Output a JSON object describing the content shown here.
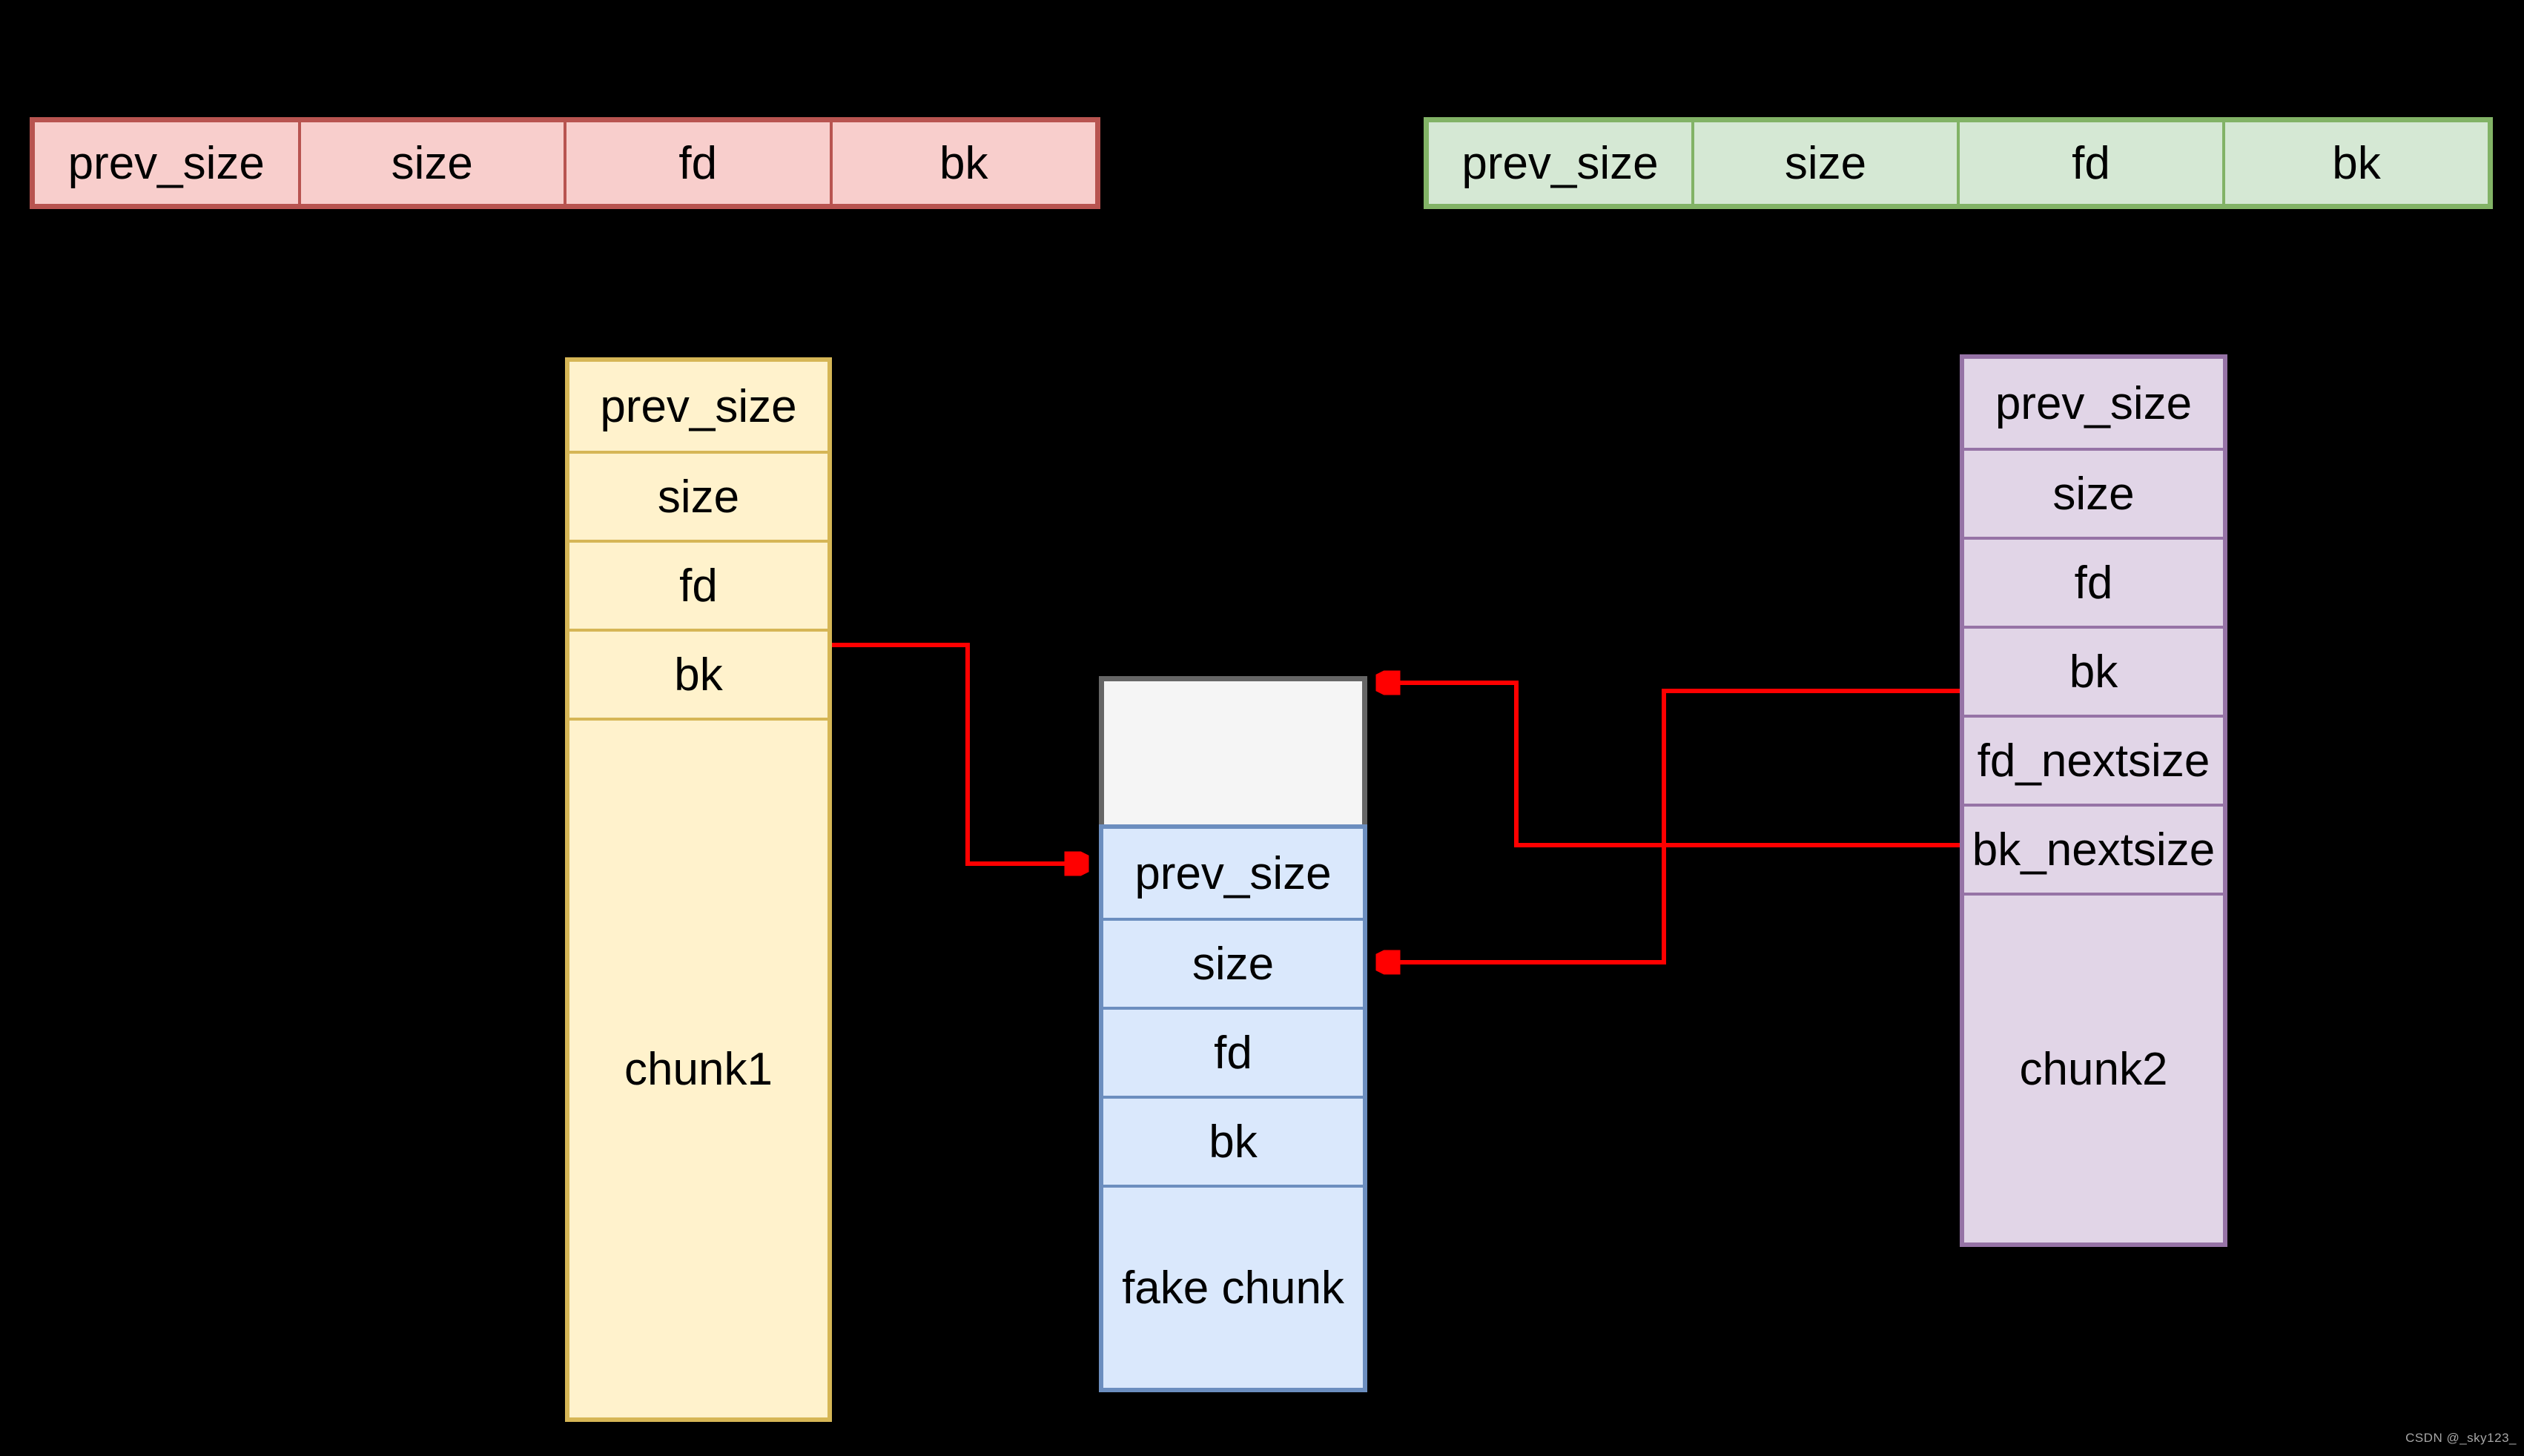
{
  "canvas": {
    "background": "#000000"
  },
  "top_left_bar": {
    "cells": [
      "prev_size",
      "size",
      "fd",
      "bk"
    ],
    "fill": "#f8cecc",
    "border": "#b85450"
  },
  "top_right_bar": {
    "cells": [
      "prev_size",
      "size",
      "fd",
      "bk"
    ],
    "fill": "#d5e8d4",
    "border": "#82b366"
  },
  "chunk1": {
    "cells": [
      "prev_size",
      "size",
      "fd",
      "bk"
    ],
    "label": "chunk1",
    "fill": "#fff2cc",
    "border": "#d6b656"
  },
  "fake_chunk": {
    "header_cell": "",
    "cells": [
      "prev_size",
      "size",
      "fd",
      "bk"
    ],
    "label": "fake chunk",
    "fill": "#dae8fc",
    "border": "#6c8ebf",
    "header_fill": "#f5f5f5",
    "header_border": "#666666"
  },
  "chunk2": {
    "cells": [
      "prev_size",
      "size",
      "fd",
      "bk",
      "fd_nextsize",
      "bk_nextsize"
    ],
    "label": "chunk2",
    "fill": "#e1d5e7",
    "border": "#9673a6"
  },
  "arrows": {
    "color": "#ff0000"
  },
  "watermark": {
    "text": "CSDN @_sky123_",
    "color": "#a6a6a6"
  }
}
